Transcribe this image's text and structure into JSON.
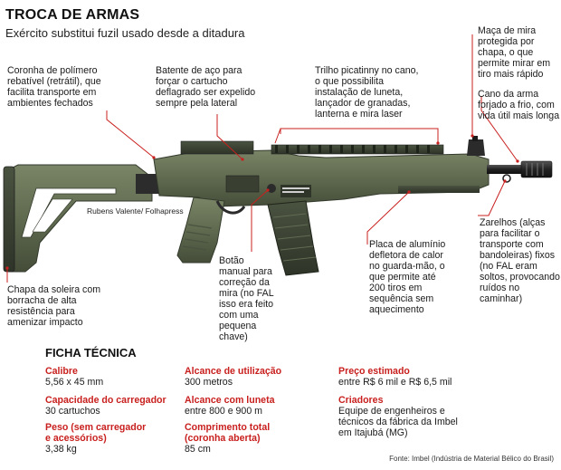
{
  "header": {
    "title": "TROCA DE ARMAS",
    "subtitle": "Exército substitui fuzil usado desde a ditadura"
  },
  "annotations": {
    "stock": "Coronha de polímero rebatível (retrátil), que facilita transporte em ambientes fechados",
    "bolt_stop": "Batente de aço para forçar o cartucho deflagrado ser expelido sempre pela lateral",
    "rail": "Trilho picatinny no cano, o que possibilita instalação de luneta, lançador de granadas, lanterna e mira laser",
    "front_sight": "Maça de mira protegida por chapa, o que permite mirar em tiro mais rápido",
    "barrel": "Cano da arma forjado a frio, com vida útil mais longa",
    "buttplate": "Chapa da soleira com borracha de alta resistência para amenizar impacto",
    "sight_button": "Botão manual para correção da mira (no FAL isso era feito com uma pequena chave)",
    "heat_plate": "Placa de alumínio defletora de calor no guarda-mão, o que permite até 200 tiros em sequência sem aquecimento",
    "sling_swivels": "Zarelhos (alças para facilitar o transporte com bandoleiras) fixos (no FAL eram soltos, provocando ruídos no caminhar)"
  },
  "photo_credit": "Rubens Valente/ Folhapress",
  "specs": {
    "heading": "FICHA TÉCNICA",
    "items": [
      {
        "label": "Calibre",
        "value": "5,56 x 45 mm"
      },
      {
        "label": "Capacidade do carregador",
        "value": "30 cartuchos"
      },
      {
        "label": "Peso (sem carregador e acessórios)",
        "value": "3,38 kg"
      },
      {
        "label": "Alcance de utilização",
        "value": "300 metros"
      },
      {
        "label": "Alcance com luneta",
        "value": "entre 800 e 900 m"
      },
      {
        "label": "Comprimento total (coronha aberta)",
        "value": "85 cm"
      },
      {
        "label": "Preço estimado",
        "value": "entre R$ 6 mil e R$ 6,5 mil"
      },
      {
        "label": "Criadores",
        "value": "Equipe de engenheiros e técnicos da fábrica da Imbel em Itajubá (MG)"
      }
    ]
  },
  "source": "Fonte: Imbel (Indústria de Material Bélico do Brasil)",
  "colors": {
    "accent": "#c8201e",
    "rifle_body": "#5f6a4f",
    "rifle_dark": "#3d4434",
    "metal": "#2b2b2b"
  }
}
